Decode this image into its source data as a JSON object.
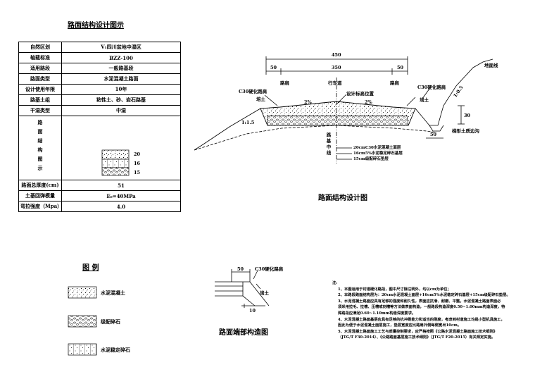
{
  "page_title": "路面结构设计图示",
  "table": {
    "rows": [
      {
        "key": "自然区划",
        "value": "Ⅴ₁四川盆地中湿区"
      },
      {
        "key": "轴载标准",
        "value": "BZZ-100"
      },
      {
        "key": "适用路段",
        "value": "一般路基段"
      },
      {
        "key": "路面类型",
        "value": "水泥混凝土路面"
      },
      {
        "key": "设计使用年限",
        "value": "10年"
      },
      {
        "key": "路基土组",
        "value": "粘性土、砂、岩石路基"
      },
      {
        "key": "干湿类型",
        "value": "中湿"
      }
    ],
    "structure_key": "路面结构图示",
    "layers": [
      "20",
      "16",
      "15"
    ],
    "bottom_rows": [
      {
        "key": "路面总厚度(cm)",
        "value": "51"
      },
      {
        "key": "土基回弹模量",
        "value": "E₀=40MPa"
      },
      {
        "key": "弯拉强度（Mpa）",
        "value": "4.0"
      }
    ]
  },
  "cross_section": {
    "caption": "路面结构设计图",
    "dim_total": "450",
    "dim_left": "50",
    "dim_mid": "350",
    "dim_right": "50",
    "label_left_shoulder": "路肩",
    "label_lane": "行车道",
    "label_right_shoulder": "路肩",
    "label_c30_left": "C30硬化路肩",
    "label_c30_right": "C30硬化路肩",
    "label_design_elev": "设计标高位置",
    "label_fill_left": "培土",
    "label_fill_right": "培土",
    "slope_left": "1:1.5",
    "slope_right": "1:0.5",
    "cross_slope_left": "2%",
    "cross_slope_right": "2%",
    "ground_line": "地面线",
    "dim_ditch": "50",
    "dim_height": "30",
    "ditch_label": "梯形土质边沟",
    "centerline": "路基中线",
    "layer_labels": [
      "20cmC30水泥混凝土面层",
      "16cm5%水泥稳定碎石基层",
      "15cm级配碎石垫层"
    ]
  },
  "legend": {
    "title": "图  例",
    "items": [
      "水泥混凝土",
      "级配碎石",
      "水泥稳定碎石"
    ]
  },
  "end_detail": {
    "caption": "路面端部构造图",
    "dim_top": "50",
    "dim_bottom": "10",
    "label_c30": "C30硬化路肩",
    "label_fill": "培土"
  },
  "notes": {
    "heading": "注:",
    "items": [
      "1、本图适用于村道硬化路段，图中尺寸除注明外，均以cm为单位；",
      "2、本路段路面结构层为：20cm水泥混凝土面层+16cm5%水泥稳定碎石基层+15cm级配碎石垫层。",
      "3、水泥混凝土路面应具有足够的强度和耐久性，表面应抗滑、耐磨、平整。水泥混凝土路面表面必",
      "须采用拉毛、拉槽、压槽或刻槽等方法做表面构造，一般路段构造深度0.50~1.00mm构造深度，特",
      "殊路段应满足0.60~1.10mm构造深度要求。",
      "4、水泥混凝土路面基层应具有足够的抗冲刷能力和适当的刚度，考虑到村道施工均是小型机具施工，",
      "因此为便于水泥混凝土面层施工，垫层宽度应比路肩外侧每侧宽出10cm。",
      "5、水泥混凝土路面施工工艺与质量控制要求，应严格按照《公路水泥混凝土路面施工技术细则》",
      "（JTG/T F30-2014）、《公路路面基层施工技术细则》（JTG/T F20-2015）有关规定实施。"
    ]
  }
}
